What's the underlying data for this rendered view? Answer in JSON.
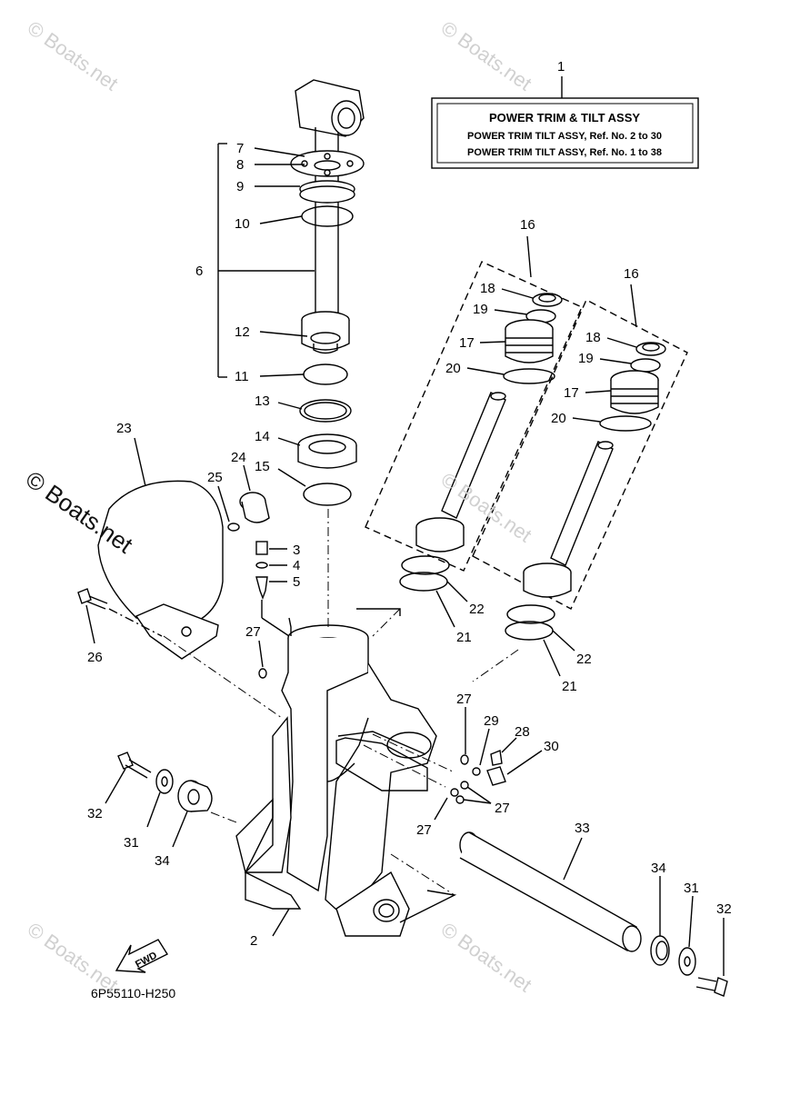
{
  "title_box": {
    "ref": "1",
    "title": "POWER TRIM & TILT ASSY",
    "line1": "POWER TRIM TILT ASSY,  Ref. No. 2 to 30",
    "line2": "POWER TRIM TILT ASSY,  Ref. No. 1 to 38"
  },
  "watermark": "© Boats.net",
  "diagram_code": "6P55110-H250",
  "fwd_label": "FWD",
  "callouts": [
    {
      "id": "c1",
      "text": "1"
    },
    {
      "id": "c2",
      "text": "2"
    },
    {
      "id": "c3",
      "text": "3"
    },
    {
      "id": "c4",
      "text": "4"
    },
    {
      "id": "c5",
      "text": "5"
    },
    {
      "id": "c6",
      "text": "6"
    },
    {
      "id": "c7",
      "text": "7"
    },
    {
      "id": "c8",
      "text": "8"
    },
    {
      "id": "c9",
      "text": "9"
    },
    {
      "id": "c10",
      "text": "10"
    },
    {
      "id": "c11",
      "text": "11"
    },
    {
      "id": "c12",
      "text": "12"
    },
    {
      "id": "c13",
      "text": "13"
    },
    {
      "id": "c14",
      "text": "14"
    },
    {
      "id": "c15",
      "text": "15"
    },
    {
      "id": "c16a",
      "text": "16"
    },
    {
      "id": "c16b",
      "text": "16"
    },
    {
      "id": "c17a",
      "text": "17"
    },
    {
      "id": "c17b",
      "text": "17"
    },
    {
      "id": "c18a",
      "text": "18"
    },
    {
      "id": "c18b",
      "text": "18"
    },
    {
      "id": "c19a",
      "text": "19"
    },
    {
      "id": "c19b",
      "text": "19"
    },
    {
      "id": "c20a",
      "text": "20"
    },
    {
      "id": "c20b",
      "text": "20"
    },
    {
      "id": "c21a",
      "text": "21"
    },
    {
      "id": "c21b",
      "text": "21"
    },
    {
      "id": "c22a",
      "text": "22"
    },
    {
      "id": "c22b",
      "text": "22"
    },
    {
      "id": "c23",
      "text": "23"
    },
    {
      "id": "c24",
      "text": "24"
    },
    {
      "id": "c25",
      "text": "25"
    },
    {
      "id": "c26",
      "text": "26"
    },
    {
      "id": "c27a",
      "text": "27"
    },
    {
      "id": "c27b",
      "text": "27"
    },
    {
      "id": "c27c",
      "text": "27"
    },
    {
      "id": "c27d",
      "text": "27"
    },
    {
      "id": "c28",
      "text": "28"
    },
    {
      "id": "c29",
      "text": "29"
    },
    {
      "id": "c30",
      "text": "30"
    },
    {
      "id": "c31a",
      "text": "31"
    },
    {
      "id": "c31b",
      "text": "31"
    },
    {
      "id": "c32a",
      "text": "32"
    },
    {
      "id": "c32b",
      "text": "32"
    },
    {
      "id": "c33",
      "text": "33"
    },
    {
      "id": "c34a",
      "text": "34"
    },
    {
      "id": "c34b",
      "text": "34"
    }
  ]
}
